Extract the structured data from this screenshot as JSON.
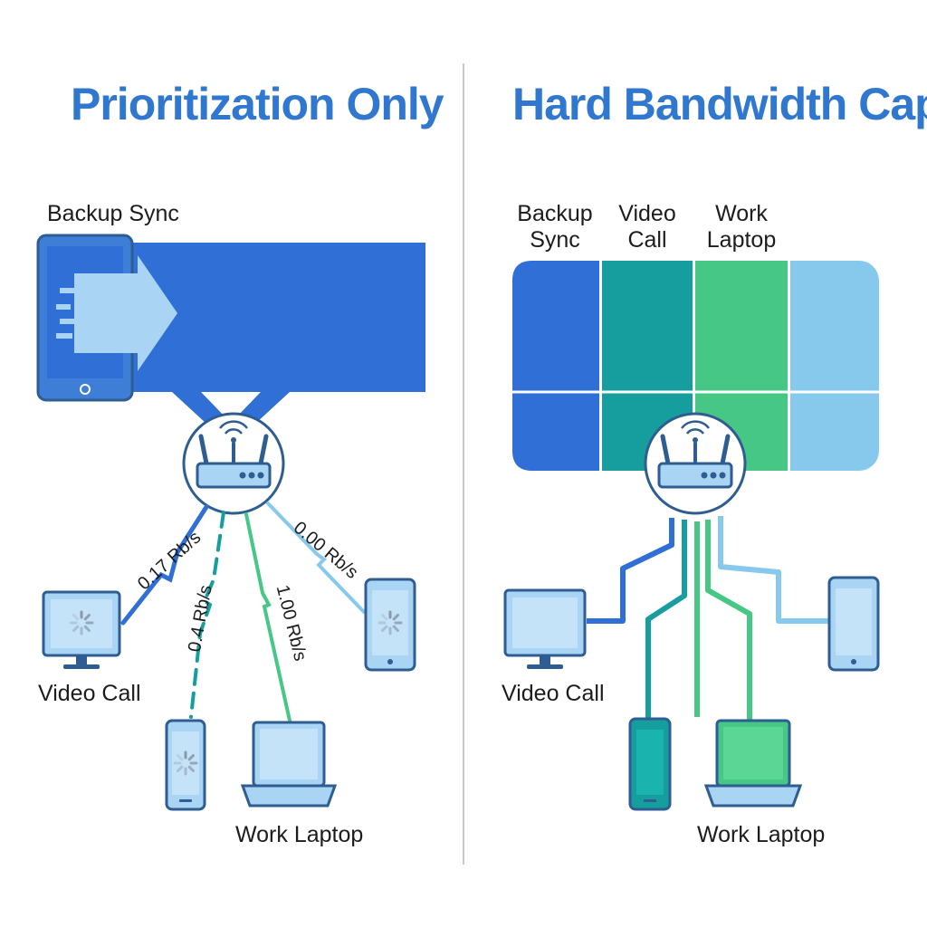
{
  "left": {
    "title": "Prioritization Only",
    "backup_label": "Backup Sync",
    "video_label": "Video Call",
    "laptop_label": "Work Laptop",
    "rates": [
      "0.17 Rb/s",
      "0.4 Rb/s",
      "1.00 Rb/s",
      "0.00 Rb/s"
    ]
  },
  "right": {
    "title": "Hard Bandwidth Cap",
    "lane_labels": [
      {
        "line1": "Backup",
        "line2": "Sync"
      },
      {
        "line1": "Video",
        "line2": "Call"
      },
      {
        "line1": "Work",
        "line2": "Laptop"
      }
    ],
    "video_label": "Video Call",
    "laptop_label": "Work Laptop"
  },
  "colors": {
    "title": "#2f77cf",
    "backup": "#2f6fd6",
    "video": "#169e9f",
    "laptop": "#46c785",
    "spare": "#86c9ec",
    "device_fill": "#a9d4f3",
    "device_stroke": "#2e5d92"
  }
}
